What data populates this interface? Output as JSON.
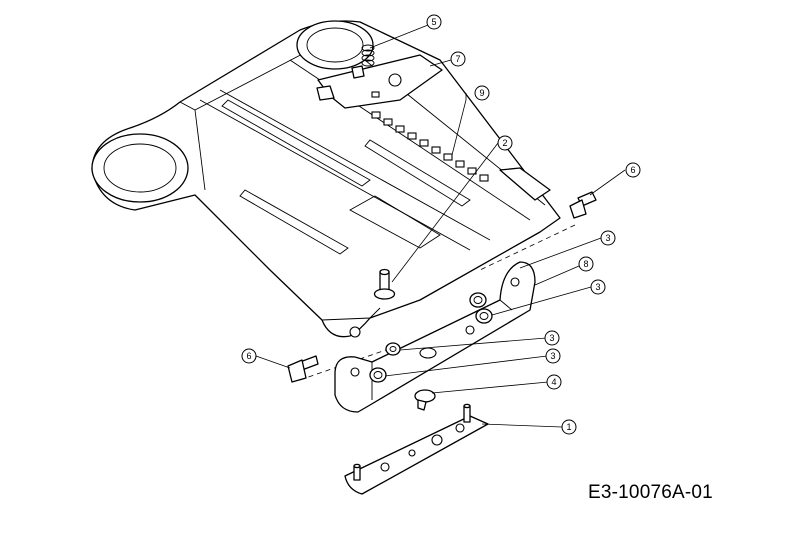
{
  "diagram": {
    "drawing_code": "E3-10076A-01",
    "callouts": [
      {
        "id": "c5",
        "label": "5"
      },
      {
        "id": "c7",
        "label": "7"
      },
      {
        "id": "c9",
        "label": "9"
      },
      {
        "id": "c2",
        "label": "2"
      },
      {
        "id": "c6a",
        "label": "6"
      },
      {
        "id": "c3a",
        "label": "3"
      },
      {
        "id": "c8",
        "label": "8"
      },
      {
        "id": "c3b",
        "label": "3"
      },
      {
        "id": "c3c",
        "label": "3"
      },
      {
        "id": "c3d",
        "label": "3"
      },
      {
        "id": "c6b",
        "label": "6"
      },
      {
        "id": "c4",
        "label": "4"
      },
      {
        "id": "c1",
        "label": "1"
      }
    ],
    "colors": {
      "line": "#000000",
      "background": "#ffffff"
    }
  }
}
